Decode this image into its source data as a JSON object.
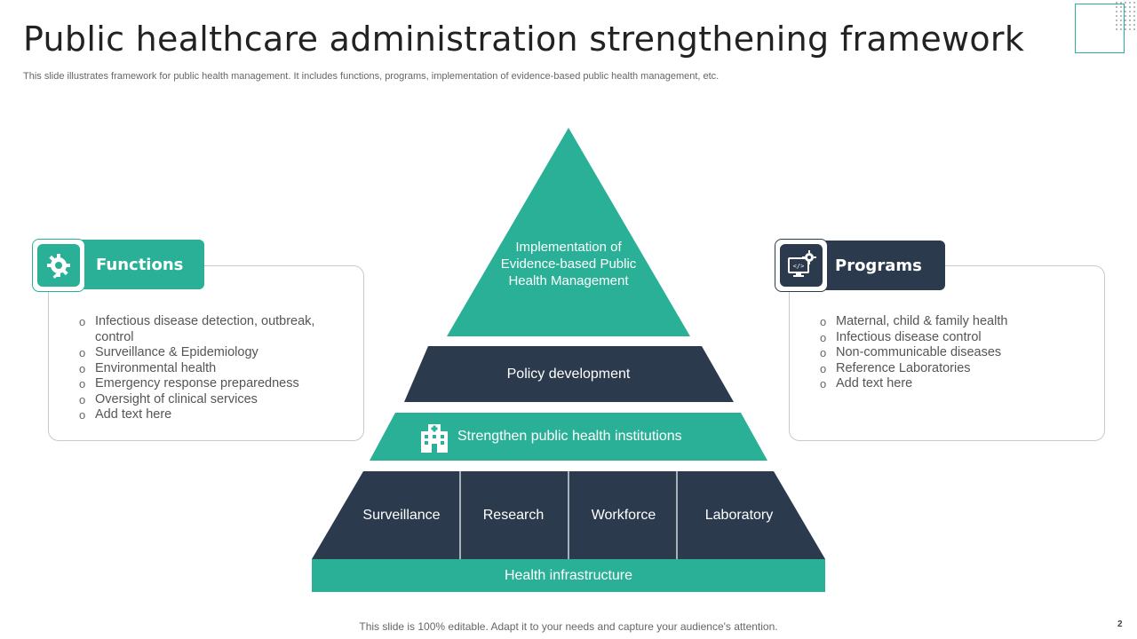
{
  "slide": {
    "title": "Public healthcare administration strengthening framework",
    "subtitle": "This slide illustrates framework for public health management. It includes functions, programs, implementation of evidence-based public health management, etc.",
    "footer": "This slide is 100% editable. Adapt it to your needs and capture your audience's attention.",
    "page_number": "2"
  },
  "colors": {
    "teal": "#2ab096",
    "navy": "#2b3a4d"
  },
  "functions": {
    "title": "Functions",
    "icon": "gear-wrench-icon",
    "items": [
      "Infectious disease detection, outbreak, control",
      "Surveillance & Epidemiology",
      "Environmental health",
      "Emergency response preparedness",
      "Oversight of clinical services",
      "Add text here"
    ]
  },
  "programs": {
    "title": "Programs",
    "icon": "computer-code-gear-icon",
    "items": [
      "Maternal, child & family health",
      "Infectious disease control",
      "Non-communicable diseases",
      "Reference Laboratories",
      "Add text here"
    ]
  },
  "pyramid": {
    "apex_lines": [
      "Implementation  of",
      "Evidence-based Public",
      "Health Management"
    ],
    "level2": "Policy development",
    "level3": "Strengthen public health institutions",
    "level3_icon": "hospital-building-icon",
    "pillars": [
      "Surveillance",
      "Research",
      "Workforce",
      "Laboratory"
    ],
    "base": "Health infrastructure"
  }
}
